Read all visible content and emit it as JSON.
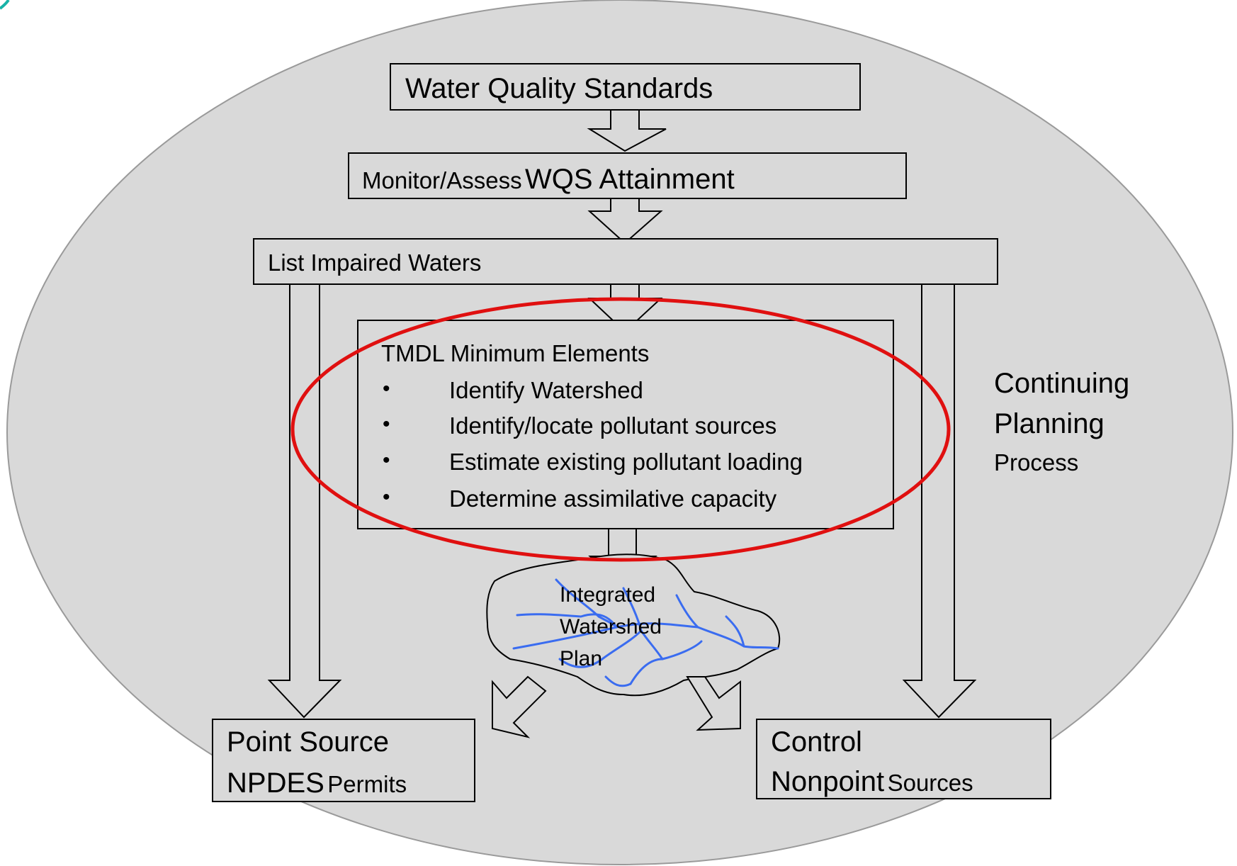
{
  "standards": {
    "label": "Water Quality Standards"
  },
  "monitor": {
    "prefix": "Monitor/Assess",
    "suffix": "WQS Attainment"
  },
  "impaired": {
    "label": "List Impaired Waters"
  },
  "tmdl": {
    "title": "TMDL Minimum Elements",
    "bullet_symbol": "•",
    "items": [
      "Identify Watershed",
      "Identify/locate pollutant sources",
      "Estimate existing pollutant loading",
      "Determine assimilative capacity"
    ]
  },
  "continuing": {
    "line1": "Continuing",
    "line2": "Planning",
    "line3": "Process"
  },
  "watershed": {
    "line1": "Integrated",
    "line2": "Watershed",
    "line3": "Plan"
  },
  "point_source": {
    "line1": "Point Source",
    "line2a": "NPDES",
    "line2b": "Permits"
  },
  "nonpoint": {
    "line1": "Control",
    "line2a": "Nonpoint",
    "line2b": "Sources"
  },
  "colors": {
    "background_ellipse": "#d9d9d9",
    "box_fill": "#d9d9d9",
    "outline": "#000000",
    "highlight_ellipse": "#e01010",
    "streams": "#3a6cf0",
    "corner_accent": "#18b3a8"
  }
}
